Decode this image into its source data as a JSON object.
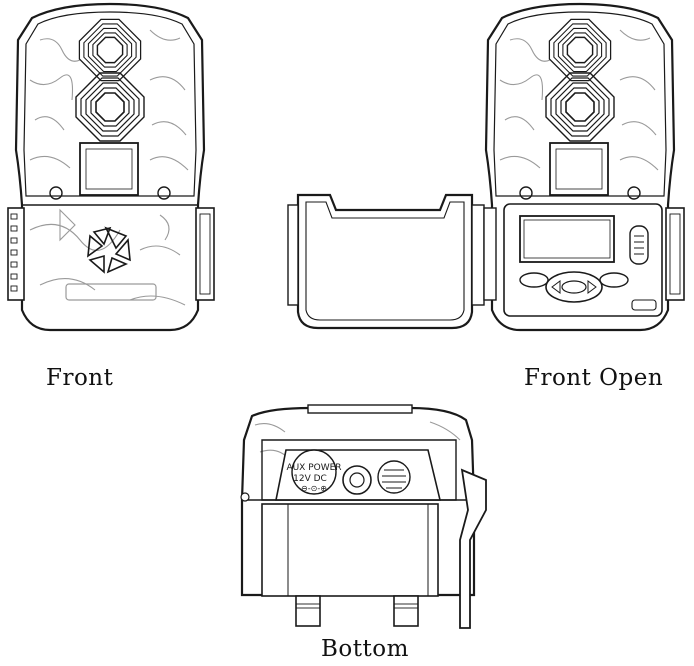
{
  "labels": {
    "front": "Front",
    "front_open": "Front Open",
    "bottom": "Bottom"
  },
  "port_label": {
    "line1": "AUX POWER",
    "line2": "12V DC"
  },
  "colors": {
    "stroke": "#1a1a1a",
    "camo": "#9a9a9a",
    "background": "#ffffff"
  },
  "icons": [
    "logo-aperture-icon",
    "ir-emitter-icon",
    "lcd-screen",
    "nav-button-icon",
    "power-jack-icon",
    "speaker-grille-icon"
  ]
}
